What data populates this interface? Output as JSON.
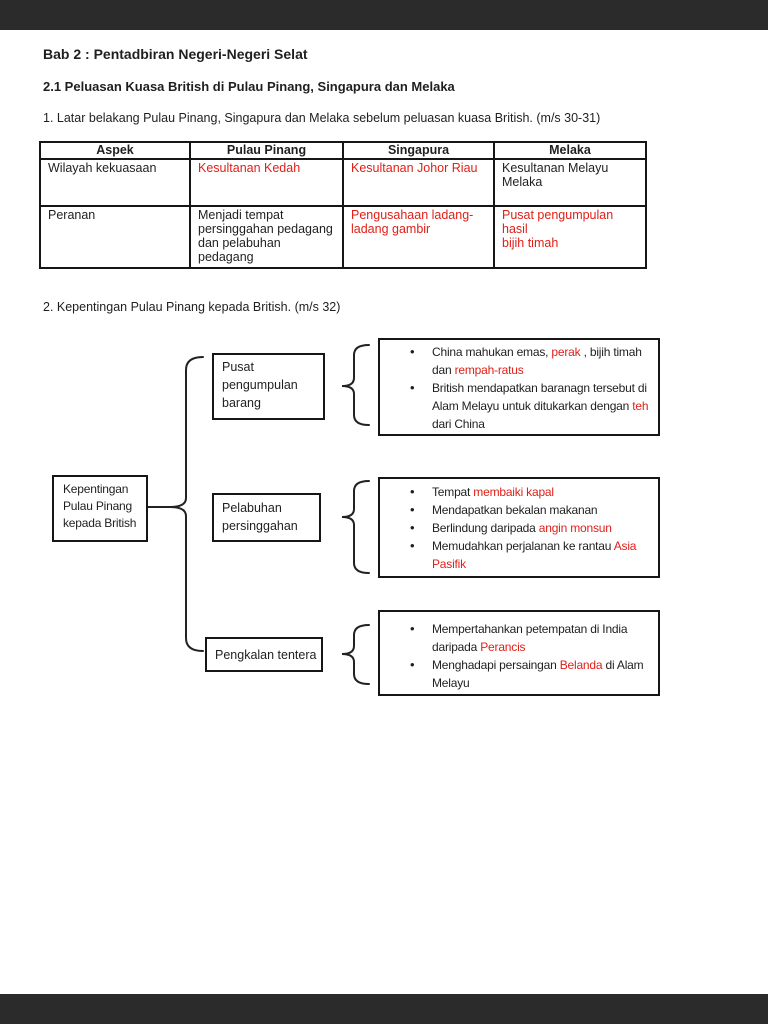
{
  "colors": {
    "red": "#e02018",
    "ink": "#1f1f1f",
    "letterbox_bar": "#2b2b2b"
  },
  "icons": {
    "bullet": "•"
  },
  "header": {
    "title": "Bab 2 : Pentadbiran Negeri-Negeri Selat",
    "subtitle": "2.1 Peluasan Kuasa British di Pulau Pinang, Singapura dan Melaka",
    "intro_line": "1. Latar belakang Pulau Pinang, Singapura dan Melaka sebelum peluasan kuasa British. (m/s  30-31)"
  },
  "table": {
    "headers": [
      "Aspek",
      "Pulau Pinang",
      "Singapura",
      "Melaka"
    ],
    "rows": [
      {
        "aspect": "Wilayah kekuasaan",
        "cells": [
          {
            "text": "Kesultanan Kedah",
            "red": true,
            "pad": false
          },
          {
            "text": "Kesultanan Johor Riau",
            "red": true,
            "pad": false
          },
          {
            "text": "Kesultanan Melayu\nMelaka",
            "red": false,
            "pad": false
          }
        ]
      },
      {
        "aspect": "Peranan",
        "cells": [
          {
            "text": "Menjadi tempat\npersinggahan pedagang\ndan pelabuhan pedagang",
            "red": false,
            "pad": false
          },
          {
            "text": "Pengusahaan ladang-\nladang gambir",
            "red": true,
            "pad": true
          },
          {
            "text": "Pusat pengumpulan hasil\nbijih timah",
            "red": true,
            "pad": true
          }
        ]
      }
    ]
  },
  "section2": {
    "heading": "2. Kepentingan Pulau Pinang kepada British. (m/s 32)"
  },
  "diagram": {
    "root_box": "Kepentingan\nPulau Pinang\nkepada British",
    "branch_boxes": [
      "Pusat\npengumpulan\nbarang",
      "Pelabuhan\npersinggahan",
      "Pengkalan tentera"
    ],
    "detail_boxes": [
      {
        "lines": [
          {
            "bullet": true,
            "segments": [
              {
                "t": "China mahukan emas, ",
                "r": false
              },
              {
                "t": "perak",
                "r": true
              },
              {
                "t": " , bijih timah",
                "r": false
              }
            ]
          },
          {
            "bullet": false,
            "segments": [
              {
                "t": "dan ",
                "r": false
              },
              {
                "t": "rempah-ratus",
                "r": true
              }
            ]
          },
          {
            "bullet": true,
            "segments": [
              {
                "t": "British mendapatkan baranagn tersebut di",
                "r": false
              }
            ]
          },
          {
            "bullet": false,
            "segments": [
              {
                "t": "Alam Melayu untuk ditukarkan dengan ",
                "r": false
              },
              {
                "t": "teh",
                "r": true
              }
            ]
          },
          {
            "bullet": false,
            "segments": [
              {
                "t": "dari China",
                "r": false
              }
            ]
          }
        ]
      },
      {
        "lines": [
          {
            "bullet": true,
            "segments": [
              {
                "t": "Tempat ",
                "r": false
              },
              {
                "t": "membaiki kapal",
                "r": true
              }
            ]
          },
          {
            "bullet": true,
            "segments": [
              {
                "t": "Mendapatkan bekalan makanan",
                "r": false
              }
            ]
          },
          {
            "bullet": true,
            "segments": [
              {
                "t": "Berlindung daripada ",
                "r": false
              },
              {
                "t": "angin monsun",
                "r": true
              }
            ]
          },
          {
            "bullet": true,
            "segments": [
              {
                "t": "Memudahkan perjalanan ke rantau ",
                "r": false
              },
              {
                "t": "Asia",
                "r": true
              }
            ]
          },
          {
            "bullet": false,
            "segments": [
              {
                "t": "Pasifik",
                "r": true
              }
            ]
          }
        ]
      },
      {
        "lines": [
          {
            "bullet": true,
            "segments": [
              {
                "t": "Mempertahankan petempatan di India",
                "r": false
              }
            ]
          },
          {
            "bullet": false,
            "segments": [
              {
                "t": "daripada ",
                "r": false
              },
              {
                "t": "Perancis",
                "r": true
              }
            ]
          },
          {
            "bullet": true,
            "segments": [
              {
                "t": "Menghadapi persaingan ",
                "r": false
              },
              {
                "t": "Belanda",
                "r": true
              },
              {
                "t": " di Alam",
                "r": false
              }
            ]
          },
          {
            "bullet": false,
            "segments": [
              {
                "t": "Melayu",
                "r": false
              }
            ]
          }
        ]
      }
    ]
  }
}
